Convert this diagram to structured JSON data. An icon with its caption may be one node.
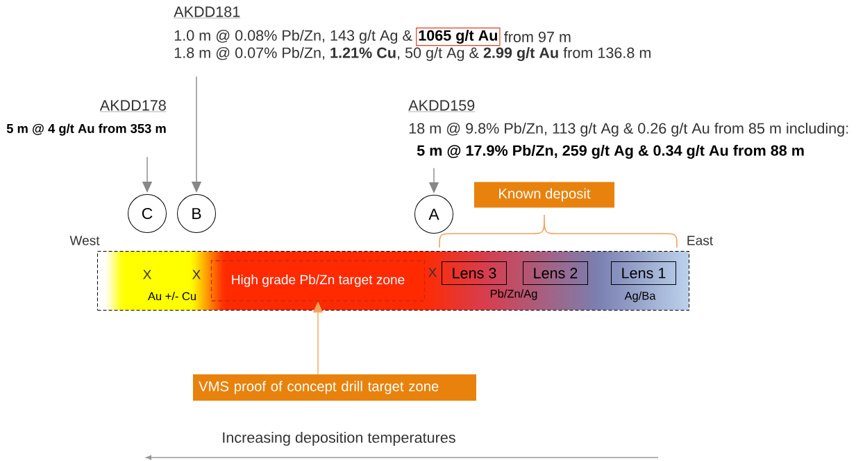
{
  "diagram": {
    "nodes": [
      {
        "text": [
          "AKDD181",
          "1.0 m @ 0.08% Pb/Zn, 143 g/t Ag &",
          "from 97 m",
          "1.8 m @ 0.07% Pb/Zn, **1.21% Cu**, 50 g/t Ag & **2.99 g/t Au** from 136.8 m"
        ]
      },
      {
        "text": [
          "1065 g/t Au"
        ],
        "in": 0
      },
      {
        "text": [
          "AKDD178",
          "5 m @ 4 g/t Au from 353 m"
        ]
      },
      {
        "text": [
          "AKDD159",
          "18 m @ 9.8% Pb/Zn, 113 g/t Ag & 0.26 g/t Au from 85 m including:",
          "5 m @ 17.9% Pb/Zn, 259 g/t Ag & 0.34 g/t Au from 88 m"
        ]
      },
      {
        "text": [
          "C"
        ]
      },
      {
        "text": [
          "B"
        ]
      },
      {
        "text": [
          "A"
        ]
      },
      {
        "text": [
          "Known deposit"
        ]
      },
      {
        "text": [
          "Au +/- Cu",
          "Pb/Zn/Ag",
          "Ag/Ba"
        ],
        "beside": [
          "West",
          "East"
        ]
      },
      {
        "text": [
          "High grade Pb/Zn target zone"
        ],
        "in": 8
      },
      {
        "text": [
          "Lens 3"
        ],
        "in": 8
      },
      {
        "text": [
          "Lens 2"
        ],
        "in": 8
      },
      {
        "text": [
          "Lens 1"
        ],
        "in": 8
      },
      {
        "text": [
          "VMS proof of concept drill target zone"
        ]
      }
    ],
    "edges": [
      {
        "from": 2,
        "to": 4,
        "arrow": "to"
      },
      {
        "from": 0,
        "to": 5,
        "arrow": "to"
      },
      {
        "from": 3,
        "to": 6,
        "arrow": "to"
      },
      {
        "from": 13,
        "to": 9,
        "arrow": "to",
        "color": "#f2a35a"
      }
    ],
    "labels": [
      "X",
      "X",
      "X",
      "Increasing deposition temperatures"
    ]
  }
}
